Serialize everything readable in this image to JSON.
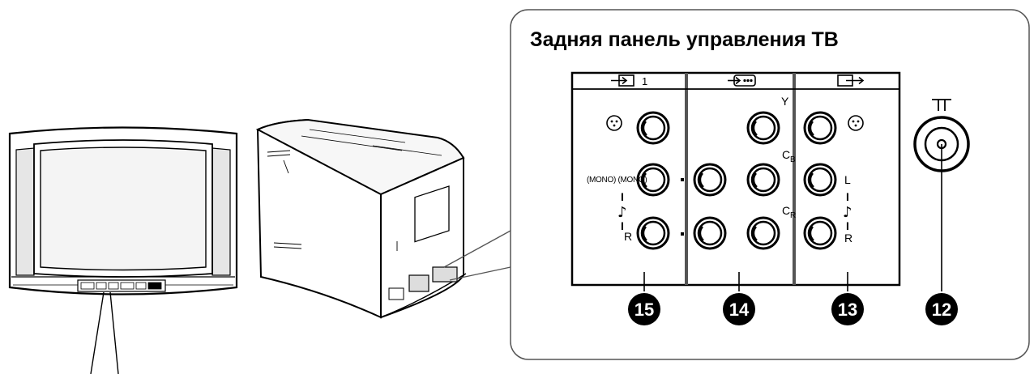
{
  "panel": {
    "title": "Задняя панель управления ТВ"
  },
  "sections": {
    "input1": {
      "header_suffix": "1"
    },
    "component": {},
    "output": {}
  },
  "labels": {
    "mono": "(MONO) (MONO)",
    "left_in": "I",
    "right_in": "R",
    "y": "Y",
    "cb": "C",
    "cb_sub": "B",
    "cr": "C",
    "cr_sub": "R",
    "left_out": "L",
    "right_out": "R",
    "note": "♪"
  },
  "callouts": {
    "c15": "15",
    "c14": "14",
    "c13": "13",
    "c12": "12"
  },
  "icons": {
    "input": "input-arrow-icon",
    "component": "component-video-icon",
    "output": "output-arrow-icon",
    "video": "video-connector-icon",
    "antenna": "antenna-icon"
  }
}
